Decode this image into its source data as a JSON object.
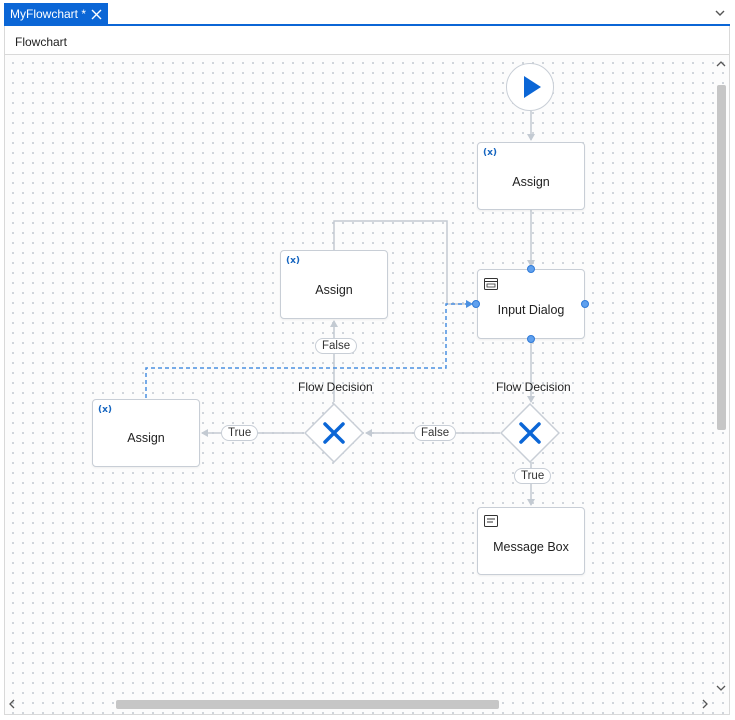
{
  "tab": {
    "title": "MyFlowchart *"
  },
  "header": {
    "title": "Flowchart"
  },
  "nodes": {
    "assign_top": "Assign",
    "input_dialog": "Input Dialog",
    "assign_middle": "Assign",
    "assign_left": "Assign",
    "message_box": "Message Box"
  },
  "decisions": {
    "right": "Flow Decision",
    "left": "Flow Decision"
  },
  "edge_labels": {
    "right_false": "False",
    "right_true": "True",
    "left_true": "True",
    "left_false": "False"
  },
  "icons": {
    "assign": "(x)",
    "start": "play-icon",
    "decision": "x-icon",
    "dialog": "window-icon",
    "message": "message-icon"
  },
  "colors": {
    "accent": "#0b66d6",
    "connector": "#c3cad2",
    "node_border": "#c8ced6",
    "handle": "#4a90e2"
  }
}
